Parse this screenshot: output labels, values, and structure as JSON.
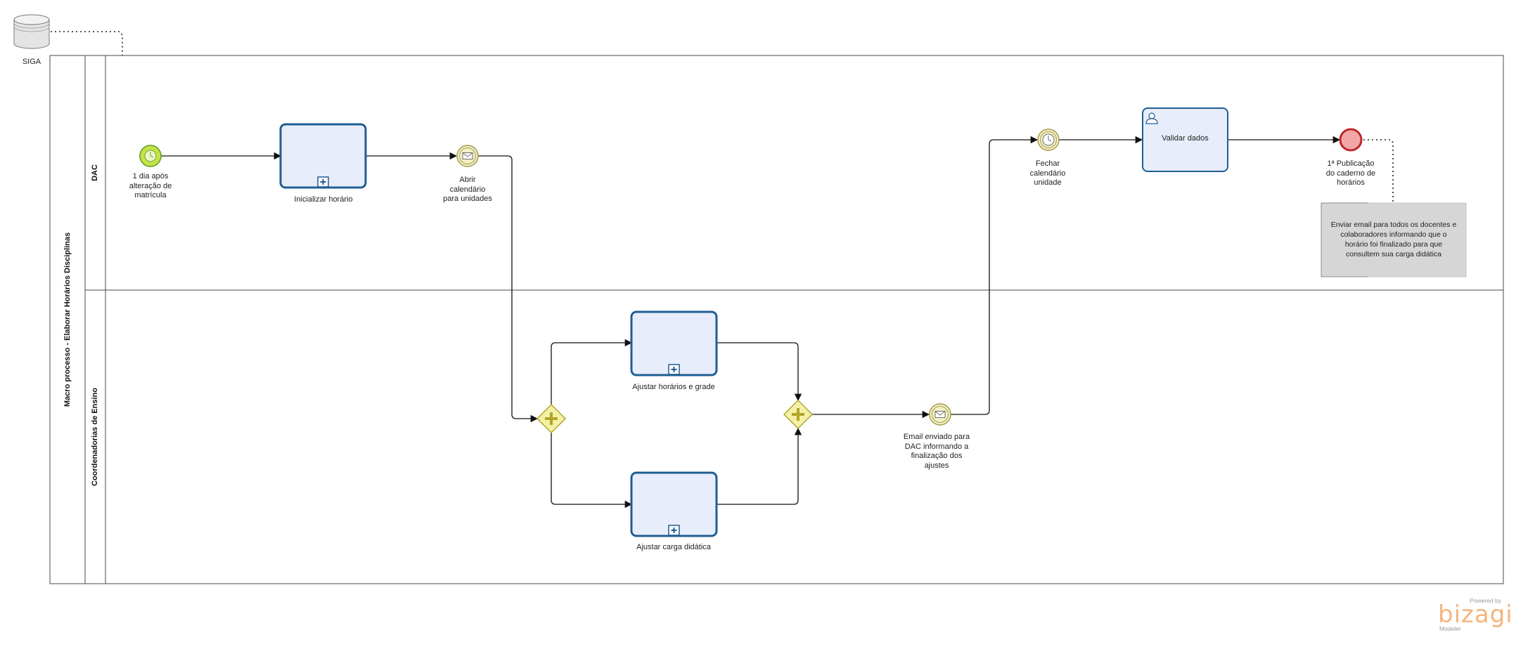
{
  "datastore": {
    "label": "SIGA"
  },
  "pool": {
    "title": "Macro processo -  Elaborar Horários Disciplinas"
  },
  "lanes": {
    "dac": {
      "title": "DAC"
    },
    "coord": {
      "title": "Coordenadorias de Ensino"
    }
  },
  "events": {
    "start": {
      "label_lines": [
        "1 dia após",
        "alteração de",
        "matrícula"
      ]
    },
    "abrir": {
      "label_lines": [
        "Abrir",
        "calendário",
        "para unidades"
      ]
    },
    "fechar": {
      "label_lines": [
        "Fechar",
        "calendário",
        "unidade"
      ]
    },
    "email": {
      "label_lines": [
        "Email enviado para",
        "DAC informando a",
        "finalização dos",
        "ajustes"
      ]
    },
    "end": {
      "label_lines": [
        "1ª Publicação",
        "do caderno de",
        "horários"
      ]
    }
  },
  "tasks": {
    "inicializar": {
      "label": "Inicializar horário"
    },
    "ajustar_horarios": {
      "label": "Ajustar horários e grade"
    },
    "ajustar_carga": {
      "label": "Ajustar carga didática"
    },
    "validar": {
      "label": "Validar dados"
    }
  },
  "annotation": {
    "lines": [
      "Enviar email para todos os docentes e",
      "colaboradores informando que o",
      "horário foi finalizado para que",
      "consultem sua carga didática"
    ]
  },
  "branding": {
    "powered": "Powered by",
    "name": "bizagi",
    "modeler": "Modeler"
  },
  "colors": {
    "task_fill": "#e8edfb",
    "task_border": "#1f5e93",
    "start_fill": "#c6e24a",
    "start_border": "#6fa52a",
    "intermediate_fill": "#f3f0c6",
    "intermediate_border": "#a59a4a",
    "gateway_fill": "#f2f1a6",
    "gateway_border": "#b1a52a",
    "end_fill": "#f2a7a7",
    "end_border": "#c0262a",
    "note_fill": "#d6d6d6",
    "brand": "#f5b47a"
  }
}
